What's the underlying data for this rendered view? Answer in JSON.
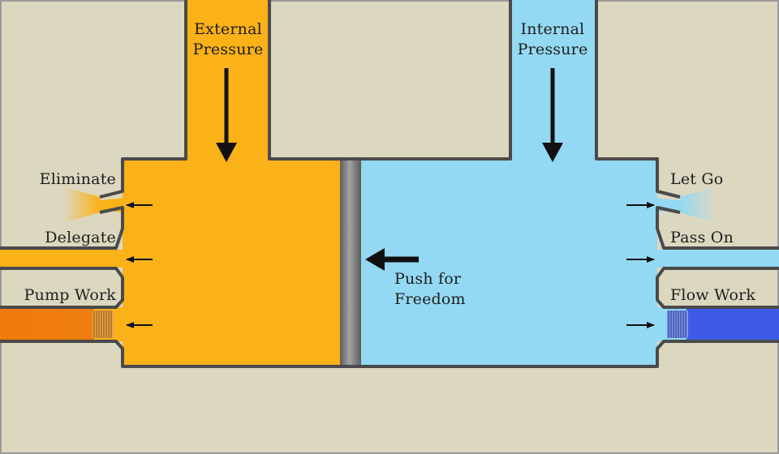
{
  "labels": {
    "external_pressure": "External\nPressure",
    "internal_pressure": "Internal\nPressure",
    "eliminate": "Eliminate",
    "delegate": "Delegate",
    "pump_work": "Pump Work",
    "let_go": "Let Go",
    "pass_on": "Pass On",
    "flow_work": "Flow Work",
    "push_for_freedom": "Push for\nFreedom"
  },
  "colors": {
    "background": "#dcd8c0",
    "external": "#fbb118",
    "internal": "#93d9f3",
    "pump": "#f07a0a",
    "flow": "#3d5be8",
    "outline": "#4a4a4a",
    "piston": "#7d7d7d"
  }
}
